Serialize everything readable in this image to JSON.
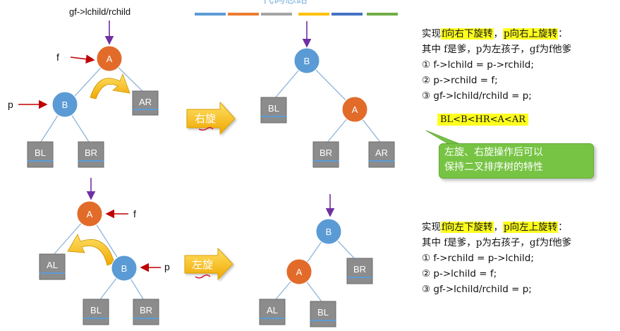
{
  "header": {
    "title_fragment": "代码思路",
    "color_bar": [
      "#5b9bd5",
      "#ed7d31",
      "#a5a5a5",
      "#ffc000",
      "#4472c4",
      "#70ad47"
    ]
  },
  "colors": {
    "orange_node": "#e26b2a",
    "blue_node": "#5b9bd5",
    "gray_node": "#8c8c8c",
    "edge": "#8fb4d8",
    "pointer_red": "#c00000",
    "pointer_purple": "#7030a0",
    "arrow_yellow": "#ffc000",
    "callout_green": "#77c444"
  },
  "diagram_top_left": {
    "root_pointer_label": "gf->lchild/rchild",
    "f_label": "f",
    "p_label": "p",
    "nodes": {
      "A": "A",
      "B": "B",
      "AR": "AR",
      "BL": "BL",
      "BR": "BR"
    }
  },
  "diagram_top_right": {
    "nodes": {
      "B": "B",
      "A": "A",
      "BL": "BL",
      "BR": "BR",
      "AR": "AR"
    }
  },
  "arrow_right_rotate": "右旋",
  "arrow_left_rotate": "左旋",
  "diagram_bottom_left": {
    "f_label": "f",
    "p_label": "p",
    "nodes": {
      "A": "A",
      "AL": "AL",
      "B": "B",
      "BL": "BL",
      "BR": "BR"
    }
  },
  "diagram_bottom_right": {
    "nodes": {
      "B": "B",
      "A": "A",
      "BR": "BR",
      "AL": "AL",
      "BL": "BL"
    }
  },
  "panel_top": {
    "line1_prefix": "实现",
    "line1_hl1": "f向右下旋转",
    "line1_mid": "，",
    "line1_hl2": "p向右上旋转",
    "line1_suffix": "：",
    "line2": "其中 f是爹，p为左孩子，gf为f他爹",
    "step1": "① f->lchild = p->rchild;",
    "step2": "② p->rchild = f;",
    "step3": "③ gf->lchild/rchild = p;",
    "bst_order": "BL<B<HR<A<AR",
    "callout_line1": "左旋、右旋操作后可以",
    "callout_line2": "保持二叉排序树的特性"
  },
  "panel_bottom": {
    "line1_prefix": "实现",
    "line1_hl1": "f向左下旋转",
    "line1_mid": "，",
    "line1_hl2": "p向左上旋转",
    "line1_suffix": "：",
    "line2": "其中 f是爹，p为右孩子，gf为f他爹",
    "step1": "① f->rchild = p->lchild;",
    "step2": "② p->lchild = f;",
    "step3": "③ gf->lchild/rchild = p;"
  }
}
